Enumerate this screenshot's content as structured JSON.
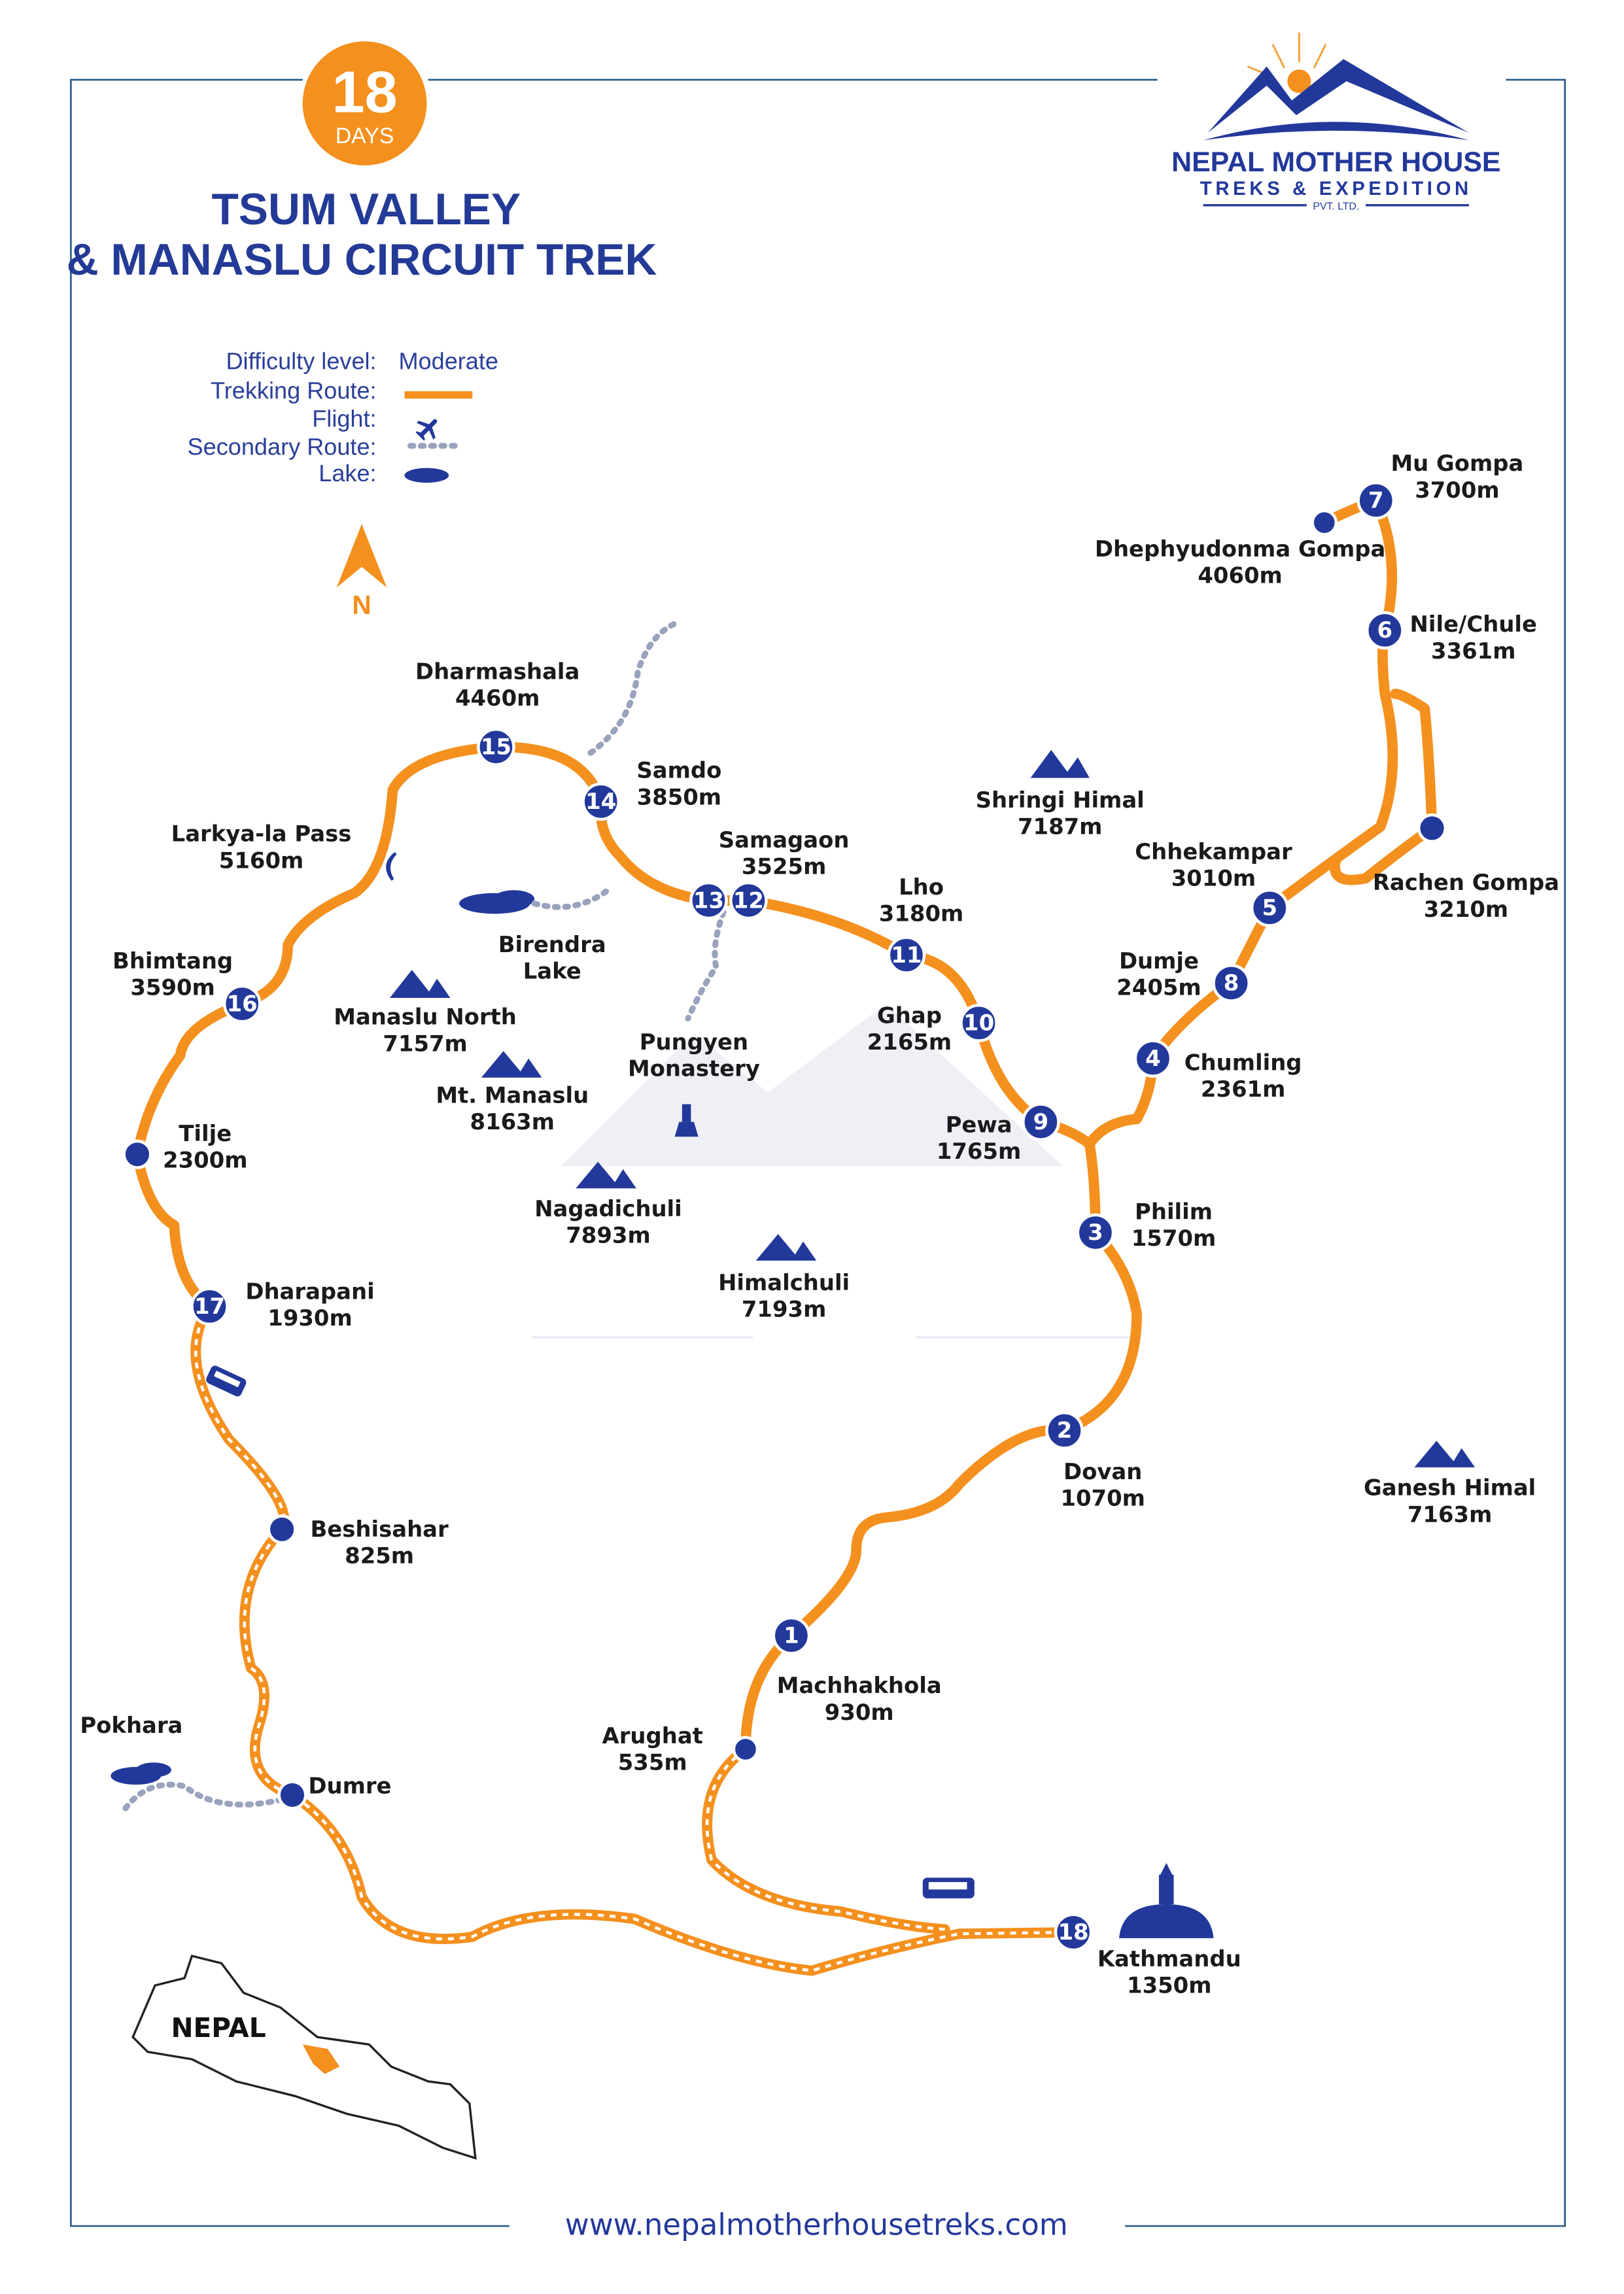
{
  "badge": {
    "days": "18",
    "unit": "DAYS"
  },
  "title": {
    "line1": "TSUM VALLEY",
    "line2": "& MANASLU CIRCUIT TREK"
  },
  "logo": {
    "name": "NEPAL MOTHER HOUSE",
    "sub": "TREKS & EXPEDITION",
    "pvt": "PVT. LTD."
  },
  "legend": {
    "difficulty_label": "Difficulty level:",
    "difficulty_value": "Moderate",
    "trekking_label": "Trekking Route:",
    "flight_label": "Flight:",
    "secondary_label": "Secondary Route:",
    "lake_label": "Lake:"
  },
  "north": "N",
  "stops": [
    {
      "num": "1",
      "name": "Machhakhola",
      "alt": "930m"
    },
    {
      "num": "2",
      "name": "Dovan",
      "alt": "1070m"
    },
    {
      "num": "3",
      "name": "Philim",
      "alt": "1570m"
    },
    {
      "num": "4",
      "name": "Chumling",
      "alt": "2361m"
    },
    {
      "num": "5",
      "name": "Chhekampar",
      "alt": "3010m"
    },
    {
      "num": "6",
      "name": "Nile/Chule",
      "alt": "3361m"
    },
    {
      "num": "7",
      "name": "Mu Gompa",
      "alt": "3700m"
    },
    {
      "num": "8",
      "name": "Dumje",
      "alt": "2405m"
    },
    {
      "num": "9",
      "name": "Pewa",
      "alt": "1765m"
    },
    {
      "num": "10",
      "name": "Ghap",
      "alt": "2165m"
    },
    {
      "num": "11",
      "name": "Lho",
      "alt": "3180m"
    },
    {
      "num": "12",
      "name": "Samagaon",
      "alt": "3525m"
    },
    {
      "num": "13",
      "name": "",
      "alt": ""
    },
    {
      "num": "14",
      "name": "Samdo",
      "alt": "3850m"
    },
    {
      "num": "15",
      "name": "Dharmashala",
      "alt": "4460m"
    },
    {
      "num": "16",
      "name": "Bhimtang",
      "alt": "3590m"
    },
    {
      "num": "17",
      "name": "Dharapani",
      "alt": "1930m"
    },
    {
      "num": "18",
      "name": "Kathmandu",
      "alt": "1350m"
    }
  ],
  "places": {
    "tilje": {
      "name": "Tilje",
      "alt": "2300m"
    },
    "beshisahar": {
      "name": "Beshisahar",
      "alt": "825m"
    },
    "dumre": {
      "name": "Dumre"
    },
    "pokhara": {
      "name": "Pokhara"
    },
    "arughat": {
      "name": "Arughat",
      "alt": "535m"
    },
    "rachen": {
      "name": "Rachen Gompa",
      "alt": "3210m"
    },
    "dhephyu": {
      "name": "Dhephyudonma Gompa",
      "alt": "4060m"
    },
    "larkya": {
      "name": "Larkya-la Pass",
      "alt": "5160m"
    },
    "birendra": {
      "line1": "Birendra",
      "line2": "Lake"
    },
    "pungyen": {
      "line1": "Pungyen",
      "line2": "Monastery"
    }
  },
  "peaks": [
    {
      "name": "Shringi Himal",
      "alt": "7187m"
    },
    {
      "name": "Manaslu North",
      "alt": "7157m"
    },
    {
      "name": "Mt. Manaslu",
      "alt": "8163m"
    },
    {
      "name": "Nagadichuli",
      "alt": "7893m"
    },
    {
      "name": "Himalchuli",
      "alt": "7193m"
    },
    {
      "name": "Ganesh Himal",
      "alt": "7163m"
    }
  ],
  "inset": {
    "label": "NEPAL"
  },
  "website": "www.nepalmotherhousetreks.com",
  "colors": {
    "orange": "#f4901e",
    "blue": "#22389a",
    "frame": "#2a5f8a"
  }
}
